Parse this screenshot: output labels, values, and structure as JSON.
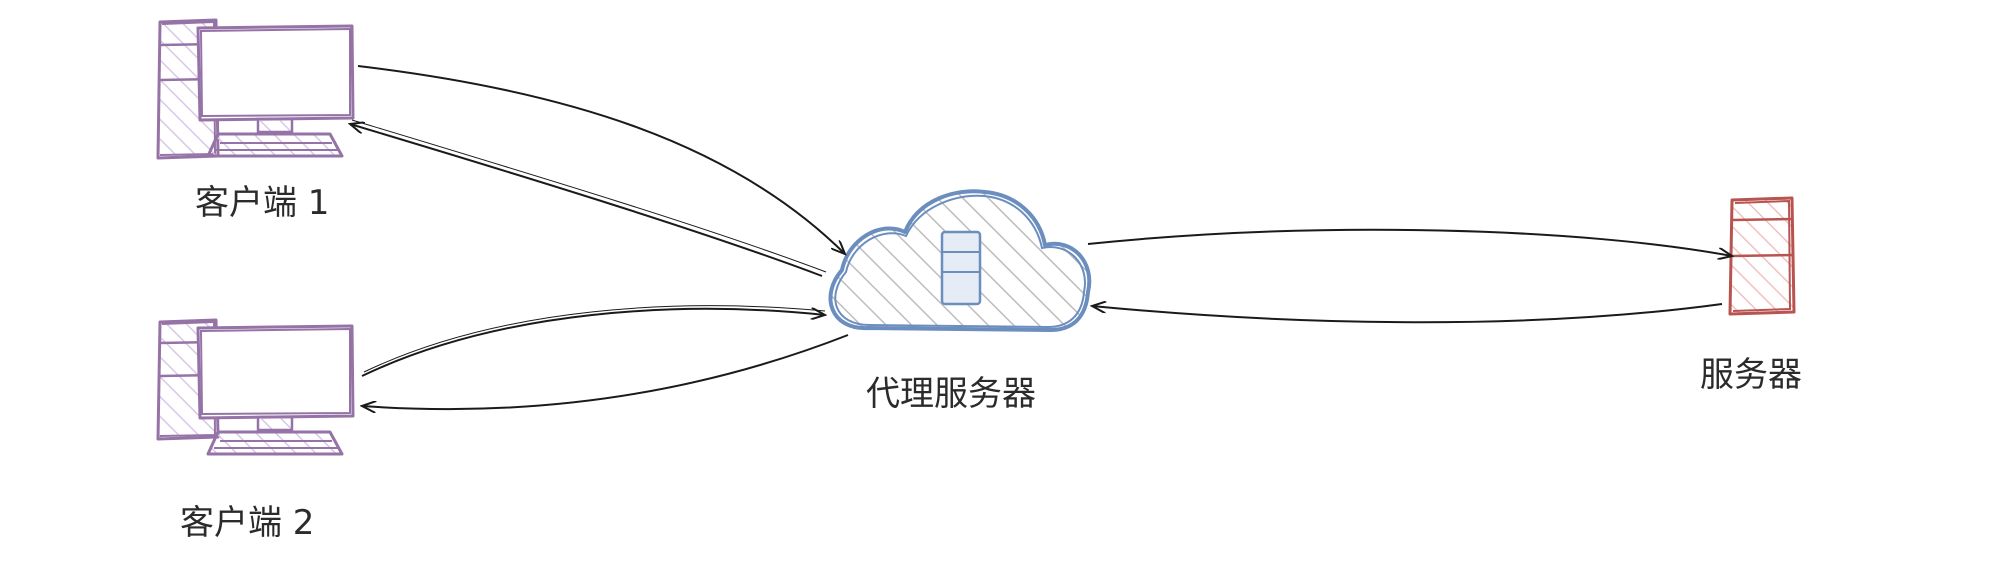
{
  "diagram": {
    "nodes": {
      "client1": {
        "label": "客户端 1",
        "color": "#9673a6"
      },
      "client2": {
        "label": "客户端 2",
        "color": "#9673a6"
      },
      "proxy": {
        "label": "代理服务器",
        "color": "#6c8ebf"
      },
      "server": {
        "label": "服务器",
        "color": "#b85450"
      }
    },
    "edges": [
      {
        "from": "client1",
        "to": "proxy"
      },
      {
        "from": "proxy",
        "to": "client1"
      },
      {
        "from": "client2",
        "to": "proxy"
      },
      {
        "from": "proxy",
        "to": "client2"
      },
      {
        "from": "proxy",
        "to": "server"
      },
      {
        "from": "server",
        "to": "proxy"
      }
    ],
    "colors": {
      "edge": "#1a1a1a",
      "hatch": "#bdbdbd"
    }
  }
}
